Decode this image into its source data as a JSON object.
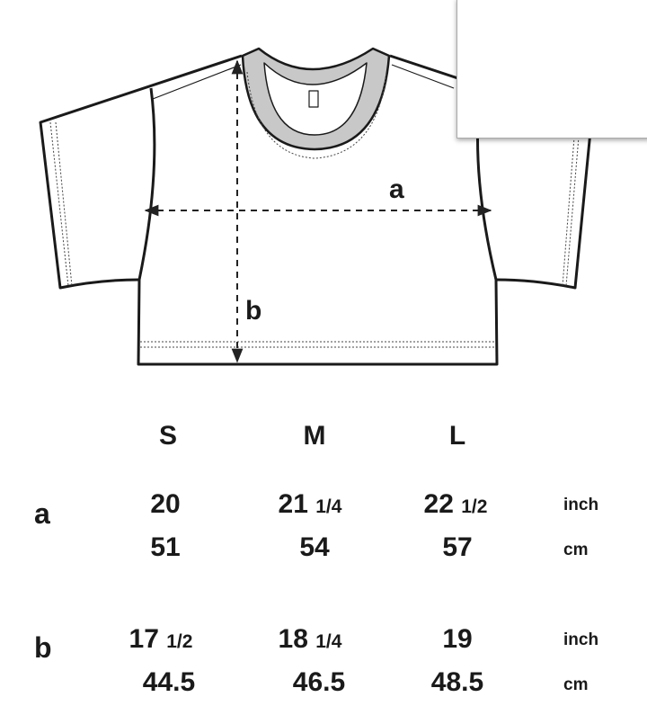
{
  "diagram": {
    "label_a": "a",
    "label_b": "b"
  },
  "table": {
    "sizes": [
      "S",
      "M",
      "L"
    ],
    "rows": [
      {
        "label": "a",
        "inch": [
          {
            "whole": "20",
            "frac": ""
          },
          {
            "whole": "21",
            "frac": "1/4"
          },
          {
            "whole": "22",
            "frac": "1/2"
          }
        ],
        "cm": [
          "51",
          "54",
          "57"
        ]
      },
      {
        "label": "b",
        "inch": [
          {
            "whole": "17",
            "frac": "1/2"
          },
          {
            "whole": "18",
            "frac": "1/4"
          },
          {
            "whole": "19",
            "frac": ""
          }
        ],
        "cm": [
          "44.5",
          "46.5",
          "48.5"
        ]
      }
    ],
    "unit_inch": "inch",
    "unit_cm": "cm"
  }
}
